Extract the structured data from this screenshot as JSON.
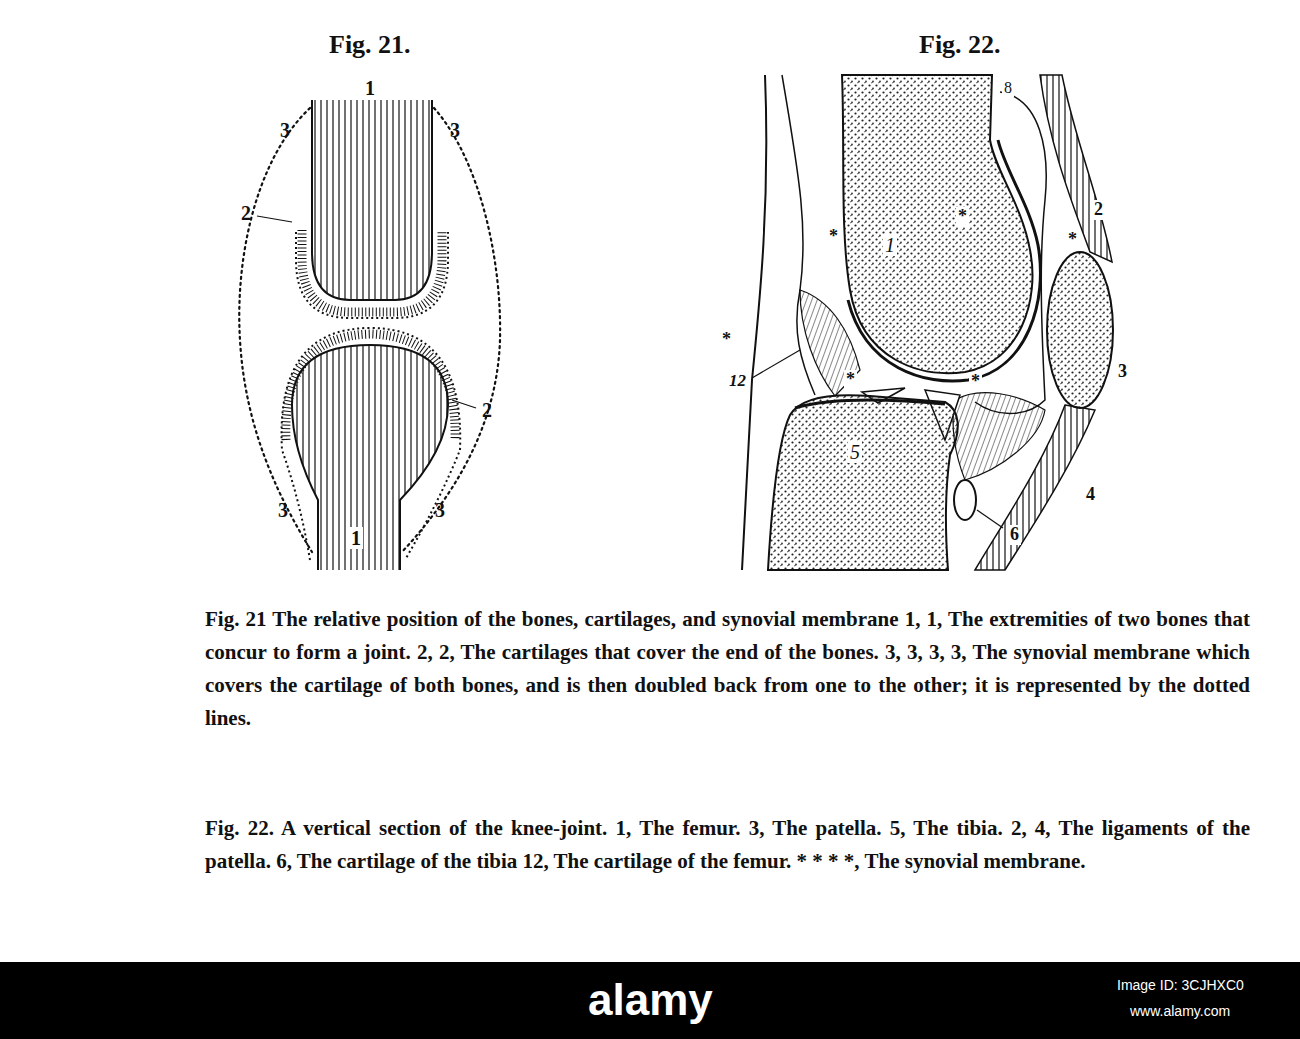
{
  "diagram": {
    "labels": [
      "Fig. 21.",
      "Fig. 22.",
      "1",
      "3",
      "3",
      "2",
      "2",
      "3",
      "3",
      "1",
      "8",
      "2",
      "*",
      "1",
      "*",
      "*",
      "3",
      "*",
      "12",
      "*",
      "*",
      "5",
      "4",
      "6",
      "Fig. 21 The relative position of the bones, cartilages, and synovial membrane 1, 1, The extremities of two bones that concur to form a joint. 2, 2, The cartilages that cover the end of the bones. 3, 3, 3, 3, The synovial membrane which covers the cartilage of both bones, and is then doubled back from one to the other; it is represented by the dotted lines.",
      "Fig. 22. A vertical section of the knee-joint. 1, The femur. 3, The patella. 5, The tibia. 2, 4, The ligaments of the patella. 6, The cartilage of the tibia 12, The cartilage of the femur. * * * *, The synovial membrane.",
      "alamy",
      "Image ID: 3CJHXC0",
      "www.alamy.com"
    ]
  }
}
